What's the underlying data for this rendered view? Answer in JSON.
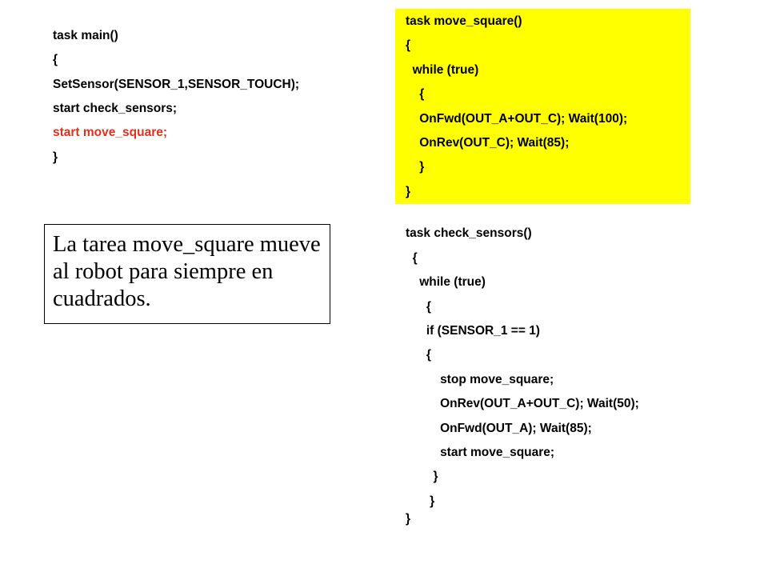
{
  "main_task": {
    "lines": [
      "task main()",
      "{",
      "SetSensor(SENSOR_1,SENSOR_TOUCH);",
      "start check_sensors;",
      "start move_square;",
      "}"
    ],
    "highlight_color": "#e0301e"
  },
  "move_square_task": {
    "lines": [
      "task move_square()",
      "{",
      "  while (true)",
      "    {",
      "    OnFwd(OUT_A+OUT_C); Wait(100);",
      "    OnRev(OUT_C); Wait(85);",
      "    }",
      "}"
    ],
    "background": "#ffff00"
  },
  "check_sensors_task": {
    "lines": [
      "task check_sensors()",
      "  {",
      "    while (true)",
      "      {",
      "      if (SENSOR_1 == 1)",
      "      {",
      "          stop move_square;",
      "          OnRev(OUT_A+OUT_C); Wait(50);",
      "          OnFwd(OUT_A); Wait(85);",
      "          start move_square;",
      "        }",
      "       }",
      "}"
    ]
  },
  "note": {
    "text": "La tarea move_square mueve al robot para siempre en cuadrados."
  }
}
